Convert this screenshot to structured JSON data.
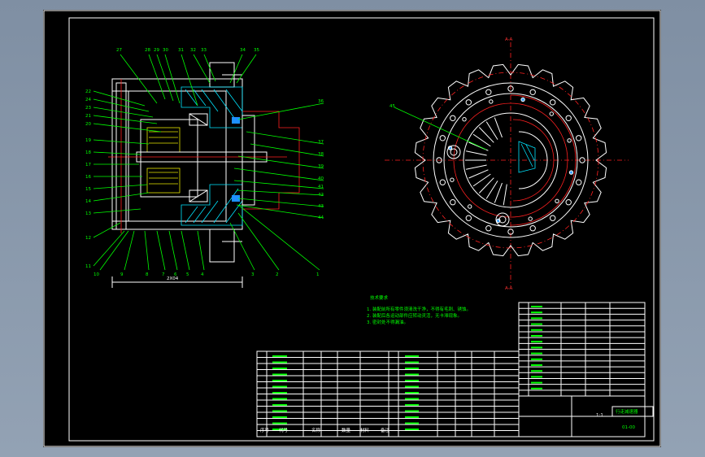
{
  "drawing": {
    "section_label": "A-A",
    "note_title": "技术要求",
    "notes": [
      "1. 装配前所有零件须清洗干净，不得有毛刺、锈蚀。",
      "2. 装配后各运动部件应转动灵活，无卡滞现象。",
      "3. 密封处不得漏油。"
    ],
    "dimension_label": "2X04",
    "left_callouts": [
      "22",
      "24",
      "23",
      "21",
      "20",
      "19",
      "18",
      "17",
      "16",
      "15",
      "14",
      "13",
      "12",
      "11"
    ],
    "top_callouts": [
      "27",
      "28",
      "29",
      "30",
      "31",
      "32",
      "33",
      "34",
      "35"
    ],
    "right_callouts": [
      "36",
      "37",
      "38",
      "39",
      "40",
      "41",
      "42",
      "43",
      "44"
    ],
    "bottom_callouts": [
      "10",
      "9",
      "8",
      "7",
      "6",
      "5",
      "4",
      "3",
      "2",
      "1"
    ],
    "wheel_callout": "45",
    "title_block": {
      "drawing_no": "01-00",
      "labels": [
        "序号",
        "代号",
        "名称",
        "数量",
        "材料",
        "备注"
      ],
      "scale": "1:1",
      "title": "行走减速器"
    }
  }
}
